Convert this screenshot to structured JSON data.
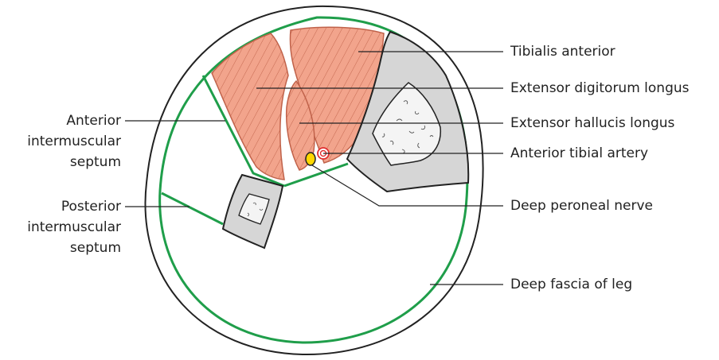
{
  "labels_right": {
    "tibialis_anterior": "Tibialis anterior",
    "extensor_digitorum_longus": "Extensor digitorum longus",
    "extensor_hallucis_longus": "Extensor hallucis longus",
    "anterior_tibial_artery": "Anterior tibial artery",
    "deep_peroneal_nerve": "Deep peroneal nerve",
    "deep_fascia_of_leg": "Deep fascia of leg"
  },
  "labels_left": {
    "anterior_intermuscular_septum": [
      "Anterior",
      "intermuscular",
      "septum"
    ],
    "posterior_intermuscular_septum": [
      "Posterior",
      "intermuscular",
      "septum"
    ]
  },
  "colors": {
    "muscle_fill": "#f2a48c",
    "muscle_stroke": "#c0624a",
    "fascia_green": "#1f9e4a",
    "bone_fill": "#d6d6d6",
    "marrow_fill": "#f4f4f4",
    "nerve_yellow": "#ffd700",
    "artery_red": "#e03030",
    "outline": "#222222"
  }
}
